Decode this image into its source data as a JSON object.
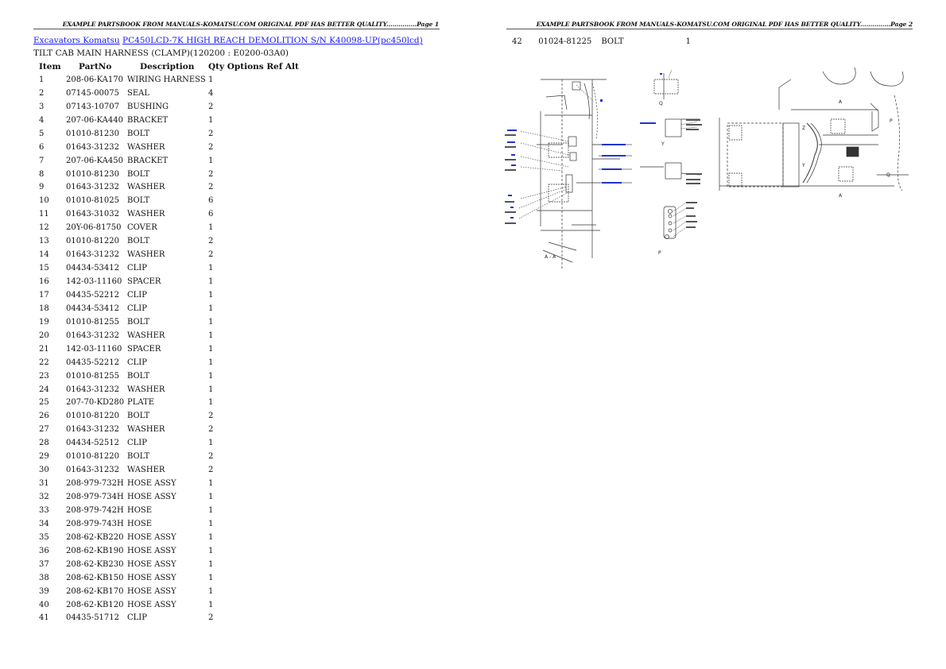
{
  "pages": [
    {
      "header": "EXAMPLE PARTSBOOK FROM MANUALS-KOMATSU.COM ORIGINAL PDF HAS BETTER QUALITY...............Page 1"
    },
    {
      "header": "EXAMPLE PARTSBOOK FROM MANUALS-KOMATSU.COM ORIGINAL PDF HAS BETTER QUALITY...............Page 2"
    }
  ],
  "breadcrumb": {
    "category_link": "Excavators Komatsu",
    "model_link": "PC450LCD-7K HIGH REACH DEMOLITION S/N K40098-UP(pc450lcd)",
    "link_color": "#1a1aee"
  },
  "subtitle": "TILT CAB MAIN HARNESS (CLAMP)(120200 : E0200-03A0)",
  "table": {
    "columns": [
      "Item",
      "PartNo",
      "Description",
      "Qty",
      "Options",
      "Ref",
      "Alt"
    ],
    "rows": [
      {
        "item": "1",
        "part": "208-06-KA170",
        "desc": "WIRING HARNESS",
        "qty": "1"
      },
      {
        "item": "2",
        "part": "07145-00075",
        "desc": "SEAL",
        "qty": "4"
      },
      {
        "item": "3",
        "part": "07143-10707",
        "desc": "BUSHING",
        "qty": "2"
      },
      {
        "item": "4",
        "part": "207-06-KA440",
        "desc": "BRACKET",
        "qty": "1"
      },
      {
        "item": "5",
        "part": "01010-81230",
        "desc": "BOLT",
        "qty": "2"
      },
      {
        "item": "6",
        "part": "01643-31232",
        "desc": "WASHER",
        "qty": "2"
      },
      {
        "item": "7",
        "part": "207-06-KA450",
        "desc": "BRACKET",
        "qty": "1"
      },
      {
        "item": "8",
        "part": "01010-81230",
        "desc": "BOLT",
        "qty": "2"
      },
      {
        "item": "9",
        "part": "01643-31232",
        "desc": "WASHER",
        "qty": "2"
      },
      {
        "item": "10",
        "part": "01010-81025",
        "desc": "BOLT",
        "qty": "6"
      },
      {
        "item": "11",
        "part": "01643-31032",
        "desc": "WASHER",
        "qty": "6"
      },
      {
        "item": "12",
        "part": "20Y-06-81750",
        "desc": "COVER",
        "qty": "1"
      },
      {
        "item": "13",
        "part": "01010-81220",
        "desc": "BOLT",
        "qty": "2"
      },
      {
        "item": "14",
        "part": "01643-31232",
        "desc": "WASHER",
        "qty": "2"
      },
      {
        "item": "15",
        "part": "04434-53412",
        "desc": "CLIP",
        "qty": "1"
      },
      {
        "item": "16",
        "part": "142-03-11160",
        "desc": "SPACER",
        "qty": "1"
      },
      {
        "item": "17",
        "part": "04435-52212",
        "desc": "CLIP",
        "qty": "1"
      },
      {
        "item": "18",
        "part": "04434-53412",
        "desc": "CLIP",
        "qty": "1"
      },
      {
        "item": "19",
        "part": "01010-81255",
        "desc": "BOLT",
        "qty": "1"
      },
      {
        "item": "20",
        "part": "01643-31232",
        "desc": "WASHER",
        "qty": "1"
      },
      {
        "item": "21",
        "part": "142-03-11160",
        "desc": "SPACER",
        "qty": "1"
      },
      {
        "item": "22",
        "part": "04435-52212",
        "desc": "CLIP",
        "qty": "1"
      },
      {
        "item": "23",
        "part": "01010-81255",
        "desc": "BOLT",
        "qty": "1"
      },
      {
        "item": "24",
        "part": "01643-31232",
        "desc": "WASHER",
        "qty": "1"
      },
      {
        "item": "25",
        "part": "207-70-KD280",
        "desc": "PLATE",
        "qty": "1"
      },
      {
        "item": "26",
        "part": "01010-81220",
        "desc": "BOLT",
        "qty": "2"
      },
      {
        "item": "27",
        "part": "01643-31232",
        "desc": "WASHER",
        "qty": "2"
      },
      {
        "item": "28",
        "part": "04434-52512",
        "desc": "CLIP",
        "qty": "1"
      },
      {
        "item": "29",
        "part": "01010-81220",
        "desc": "BOLT",
        "qty": "2"
      },
      {
        "item": "30",
        "part": "01643-31232",
        "desc": "WASHER",
        "qty": "2"
      },
      {
        "item": "31",
        "part": "208-979-732H",
        "desc": "HOSE ASSY",
        "qty": "1"
      },
      {
        "item": "32",
        "part": "208-979-734H",
        "desc": "HOSE ASSY",
        "qty": "1"
      },
      {
        "item": "33",
        "part": "208-979-742H",
        "desc": "HOSE",
        "qty": "1"
      },
      {
        "item": "34",
        "part": "208-979-743H",
        "desc": "HOSE",
        "qty": "1"
      },
      {
        "item": "35",
        "part": "208-62-KB220",
        "desc": "HOSE ASSY",
        "qty": "1"
      },
      {
        "item": "36",
        "part": "208-62-KB190",
        "desc": "HOSE ASSY",
        "qty": "1"
      },
      {
        "item": "37",
        "part": "208-62-KB230",
        "desc": "HOSE ASSY",
        "qty": "1"
      },
      {
        "item": "38",
        "part": "208-62-KB150",
        "desc": "HOSE ASSY",
        "qty": "1"
      },
      {
        "item": "39",
        "part": "208-62-KB170",
        "desc": "HOSE ASSY",
        "qty": "1"
      },
      {
        "item": "40",
        "part": "208-62-KB120",
        "desc": "HOSE ASSY",
        "qty": "1"
      },
      {
        "item": "41",
        "part": "04435-51712",
        "desc": "CLIP",
        "qty": "2"
      }
    ],
    "continued_rows": [
      {
        "item": "42",
        "part": "01024-81225",
        "desc": "BOLT",
        "qty": "1"
      }
    ]
  },
  "diagram": {
    "view_labels": {
      "section": "A - A",
      "q": "Q",
      "y": "Y",
      "p": "P",
      "z": "Z",
      "p_main": "P",
      "y_main": "Y",
      "q_main": "Q",
      "a_top": "A",
      "a_bottom": "A"
    },
    "callout_color": "#2233cc"
  }
}
